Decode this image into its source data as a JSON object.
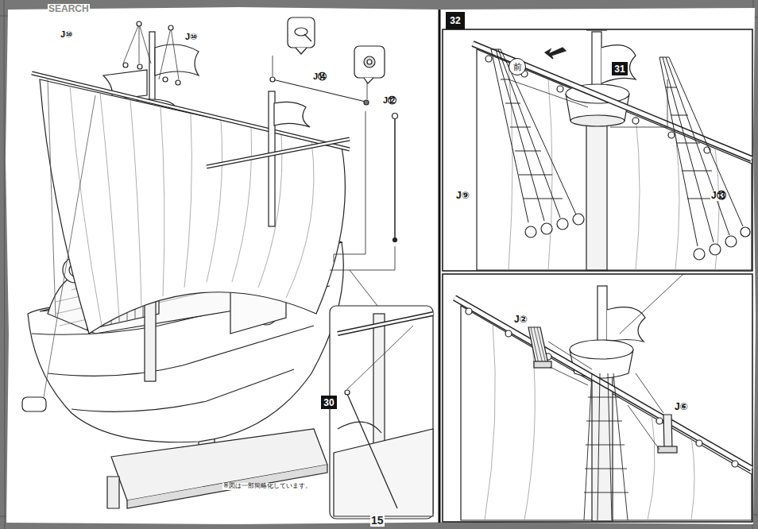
{
  "diagram": {
    "nodes": [
      {
        "text": [
          "32"
        ]
      },
      {
        "text": [
          "31"
        ]
      },
      {
        "text": [
          "30"
        ]
      },
      {
        "text": [
          "前"
        ]
      }
    ],
    "labels": [
      "SEARCH",
      "J⑩",
      "J⑩",
      "J⑭",
      "J⑫",
      "※図は一部簡略化しています。",
      "J⑨",
      "J⑬",
      "J②",
      "J⑥",
      "15"
    ]
  }
}
